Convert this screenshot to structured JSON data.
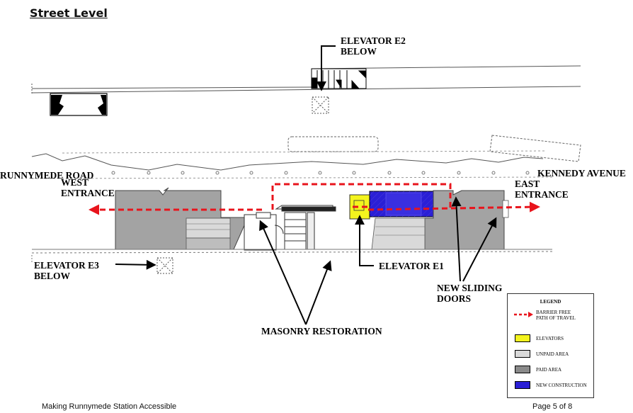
{
  "title": "Street Level",
  "labels": {
    "elevator_e2": [
      "ELEVATOR E2",
      "BELOW"
    ],
    "runnymede_road": "RUNNYMEDE ROAD",
    "kennedy_avenue": "KENNEDY AVENUE",
    "west_entrance": [
      "WEST",
      "ENTRANCE"
    ],
    "east_entrance": [
      "EAST",
      "ENTRANCE"
    ],
    "elevator_e3": [
      "ELEVATOR E3",
      "BELOW"
    ],
    "elevator_e1": "ELEVATOR E1",
    "new_sliding_doors": [
      "NEW SLIDING",
      "DOORS"
    ],
    "masonry_restoration": "MASONRY RESTORATION"
  },
  "legend": {
    "title": "LEGEND",
    "items": [
      {
        "label": "BARRIER FREE PATH OF TRAVEL",
        "lines": [
          "BARRIER FREE",
          "PATH OF TRAVEL"
        ],
        "kind": "dashed-arrow",
        "color": "#e8141c"
      },
      {
        "label": "ELEVATORS",
        "kind": "swatch",
        "color": "#f4f41e"
      },
      {
        "label": "UNPAID AREA",
        "kind": "swatch",
        "color": "#d9d9d9"
      },
      {
        "label": "PAID AREA",
        "kind": "swatch",
        "color": "#8a8a8a"
      },
      {
        "label": "NEW CONSTRUCTION",
        "kind": "swatch",
        "color": "#2a1fd6"
      }
    ]
  },
  "footer": {
    "left": "Making Runnymede Station Accessible",
    "right": "Page 5 of 8"
  },
  "colors": {
    "path": "#e8141c",
    "elevator": "#f4f41e",
    "unpaid": "#d9d9d9",
    "paid": "#a3a3a3",
    "new_construction": "#2a1fd6"
  }
}
